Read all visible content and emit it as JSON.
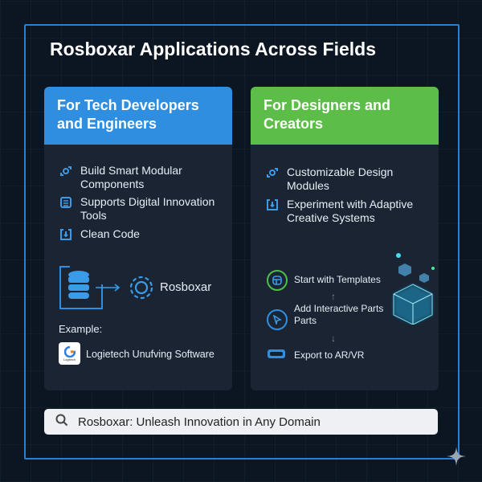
{
  "title": "Rosboxar Applications Across Fields",
  "left_card": {
    "header": "For Tech Developers and Engineers",
    "items": [
      {
        "label": "Build Smart Modular Components",
        "icon": "modular-icon"
      },
      {
        "label": "Supports Digital Innovation Tools",
        "icon": "document-icon"
      },
      {
        "label": "Clean Code",
        "icon": "download-icon"
      }
    ],
    "diagram_label": "Rosboxar",
    "example_label": "Example:",
    "example_name": "Logietech Unufving Software",
    "logo_text": "Logitech"
  },
  "right_card": {
    "header": "For Designers and Creators",
    "items": [
      {
        "label": "Customizable Design Modules",
        "icon": "modular-icon"
      },
      {
        "label": "Experiment with Adaptive Creative Systems",
        "icon": "download-icon"
      }
    ],
    "steps": [
      "Start with Templates",
      "Add Interactive Parts Parts",
      "Export to AR/VR"
    ]
  },
  "search": {
    "text": "Rosboxar: Unleash Innovation in Any Domain"
  },
  "colors": {
    "blue": "#2f8ee0",
    "green": "#5cbd48",
    "bg": "#0c1522"
  }
}
